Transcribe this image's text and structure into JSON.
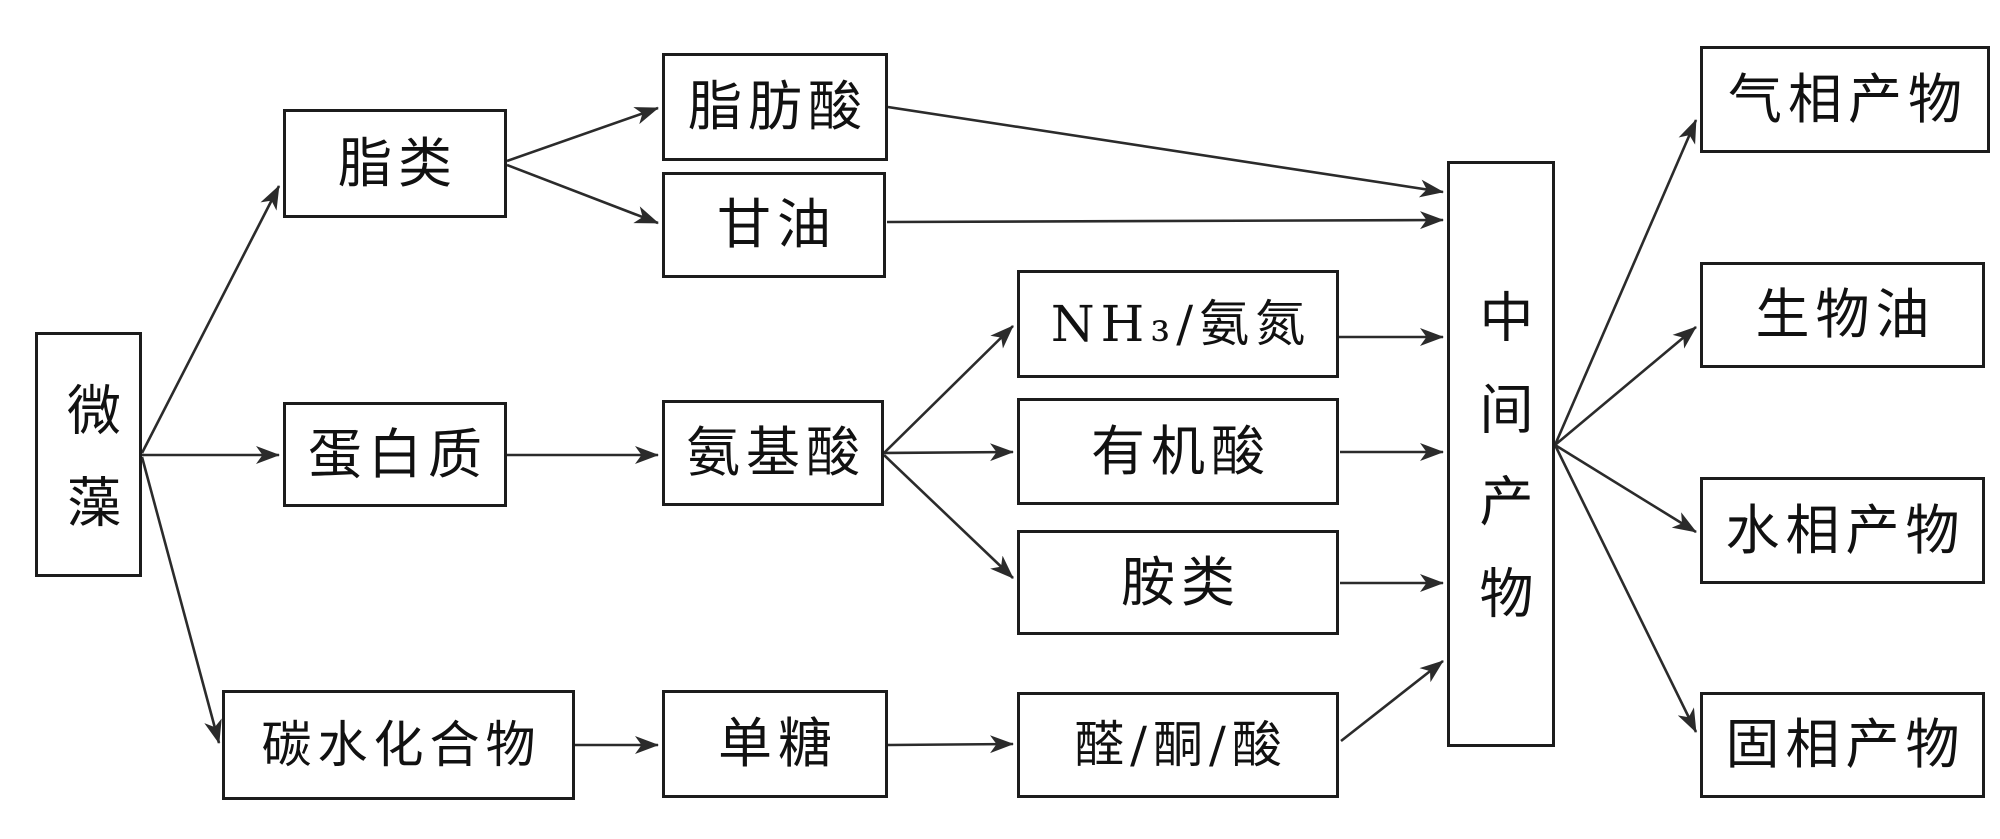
{
  "diagram": {
    "description": "microalgae-decomposition-pathway-flowchart",
    "colors": {
      "background": "#ffffff",
      "box_border": "#1c1c1c",
      "line": "#2b2b2b",
      "text": "#111111"
    },
    "nodes": {
      "microalgae": {
        "label": "微藻",
        "orientation": "vertical"
      },
      "lipids": {
        "label": "脂类",
        "orientation": "horizontal"
      },
      "fatty_acids": {
        "label": "脂肪酸",
        "orientation": "horizontal"
      },
      "glycerol": {
        "label": "甘油",
        "orientation": "horizontal"
      },
      "protein": {
        "label": "蛋白质",
        "orientation": "horizontal"
      },
      "amino_acids": {
        "label": "氨基酸",
        "orientation": "horizontal"
      },
      "nh3_ammonia": {
        "label": "NH₃/氨氮",
        "orientation": "horizontal"
      },
      "organic_acids": {
        "label": "有机酸",
        "orientation": "horizontal"
      },
      "amines": {
        "label": "胺类",
        "orientation": "horizontal"
      },
      "carbohydrates": {
        "label": "碳水化合物",
        "orientation": "horizontal"
      },
      "monosaccharides": {
        "label": "单糖",
        "orientation": "horizontal"
      },
      "aldehyde_ketone_acid": {
        "label": "醛/酮/酸",
        "orientation": "horizontal"
      },
      "intermediates": {
        "label": "中间产物",
        "orientation": "vertical"
      },
      "gas_products": {
        "label": "气相产物",
        "orientation": "horizontal"
      },
      "bio_oil": {
        "label": "生物油",
        "orientation": "horizontal"
      },
      "aqueous_products": {
        "label": "水相产物",
        "orientation": "horizontal"
      },
      "solid_products": {
        "label": "固相产物",
        "orientation": "horizontal"
      }
    },
    "edges": [
      {
        "from": "microalgae",
        "to": "lipids"
      },
      {
        "from": "microalgae",
        "to": "protein"
      },
      {
        "from": "microalgae",
        "to": "carbohydrates"
      },
      {
        "from": "lipids",
        "to": "fatty_acids"
      },
      {
        "from": "lipids",
        "to": "glycerol"
      },
      {
        "from": "fatty_acids",
        "to": "intermediates"
      },
      {
        "from": "glycerol",
        "to": "intermediates"
      },
      {
        "from": "protein",
        "to": "amino_acids"
      },
      {
        "from": "amino_acids",
        "to": "nh3_ammonia"
      },
      {
        "from": "amino_acids",
        "to": "organic_acids"
      },
      {
        "from": "amino_acids",
        "to": "amines"
      },
      {
        "from": "nh3_ammonia",
        "to": "intermediates"
      },
      {
        "from": "organic_acids",
        "to": "intermediates"
      },
      {
        "from": "amines",
        "to": "intermediates"
      },
      {
        "from": "carbohydrates",
        "to": "monosaccharides"
      },
      {
        "from": "monosaccharides",
        "to": "aldehyde_ketone_acid"
      },
      {
        "from": "aldehyde_ketone_acid",
        "to": "intermediates"
      },
      {
        "from": "intermediates",
        "to": "gas_products"
      },
      {
        "from": "intermediates",
        "to": "bio_oil"
      },
      {
        "from": "intermediates",
        "to": "aqueous_products"
      },
      {
        "from": "intermediates",
        "to": "solid_products"
      }
    ]
  }
}
